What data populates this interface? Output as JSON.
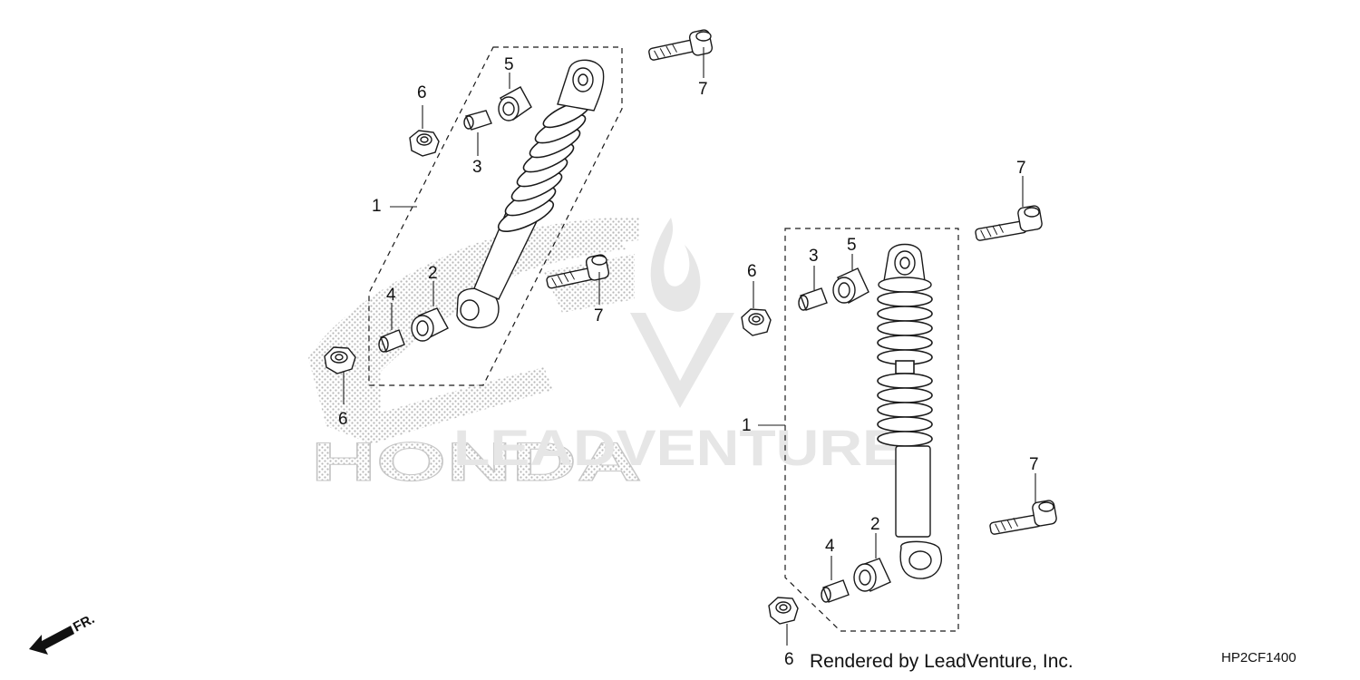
{
  "diagram": {
    "callouts": {
      "left": {
        "shock": "1",
        "bushing_large": "2",
        "collar_upper": "3",
        "collar_lower": "4",
        "bushing_upper": "5",
        "nut_upper": "6",
        "nut_lower": "6",
        "bolt_upper": "7",
        "bolt_lower": "7"
      },
      "right": {
        "shock": "1",
        "bushing_large": "2",
        "collar_upper": "3",
        "collar_lower": "4",
        "bushing_upper": "5",
        "nut_upper": "6",
        "nut_lower": "6",
        "bolt_upper": "7",
        "bolt_lower": "7"
      }
    },
    "front_indicator": "FR.",
    "watermark_text": "LEADVENTURE",
    "background_logo_text": "HONDA",
    "render_credit": "Rendered by LeadVenture, Inc.",
    "diagram_code": "HP2CF1400"
  },
  "colors": {
    "line": "#1a1a1a",
    "stipple": "#bdbdbd",
    "watermark": "#e3e3e3"
  }
}
